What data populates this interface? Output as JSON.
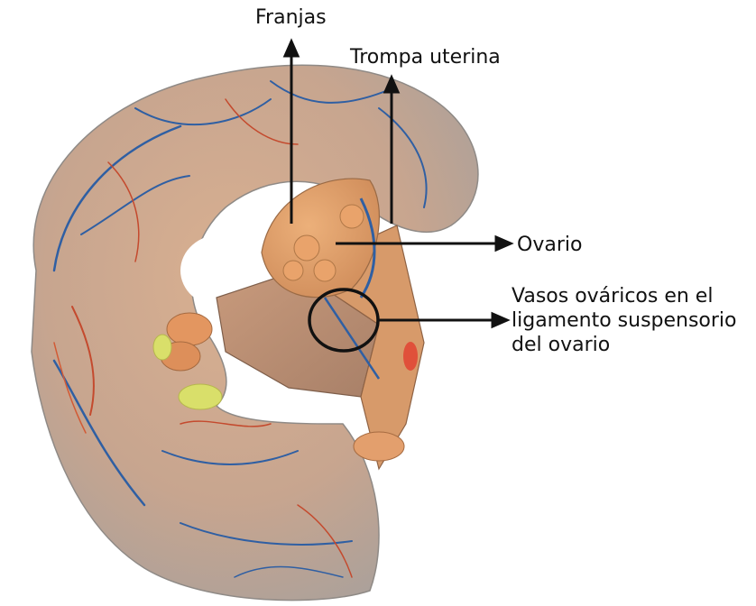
{
  "labels": {
    "franjas": "Franjas",
    "trompa_uterina": "Trompa uterina",
    "ovario": "Ovario",
    "vasos_ovaricos": [
      "Vasos ováricos en el",
      "ligamento suspensorio",
      "del ovario"
    ]
  },
  "colors": {
    "background": "#ffffff",
    "tissue_base": "#d6a98a",
    "tissue_gray": "#b9b6b3",
    "ovary": "#e0a06a",
    "vein": "#2f5fa3",
    "artery": "#c44a2e",
    "arrow": "#111111",
    "highlight": "#d9df6a"
  }
}
